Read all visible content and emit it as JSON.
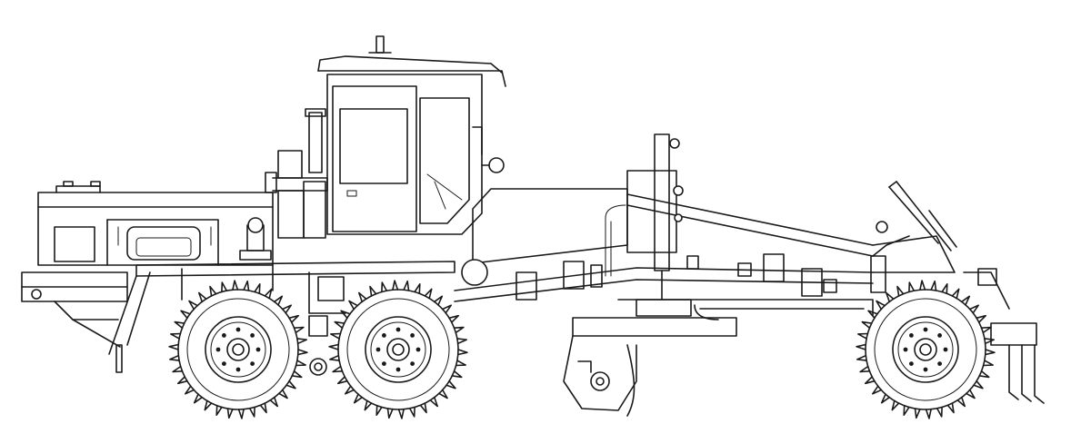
{
  "drawing": {
    "subject": "motor-grader-line-drawing",
    "stroke_color": "#1a1a1a",
    "background_color": "#ffffff",
    "wheel_count": 3,
    "ripper_teeth": 3
  }
}
